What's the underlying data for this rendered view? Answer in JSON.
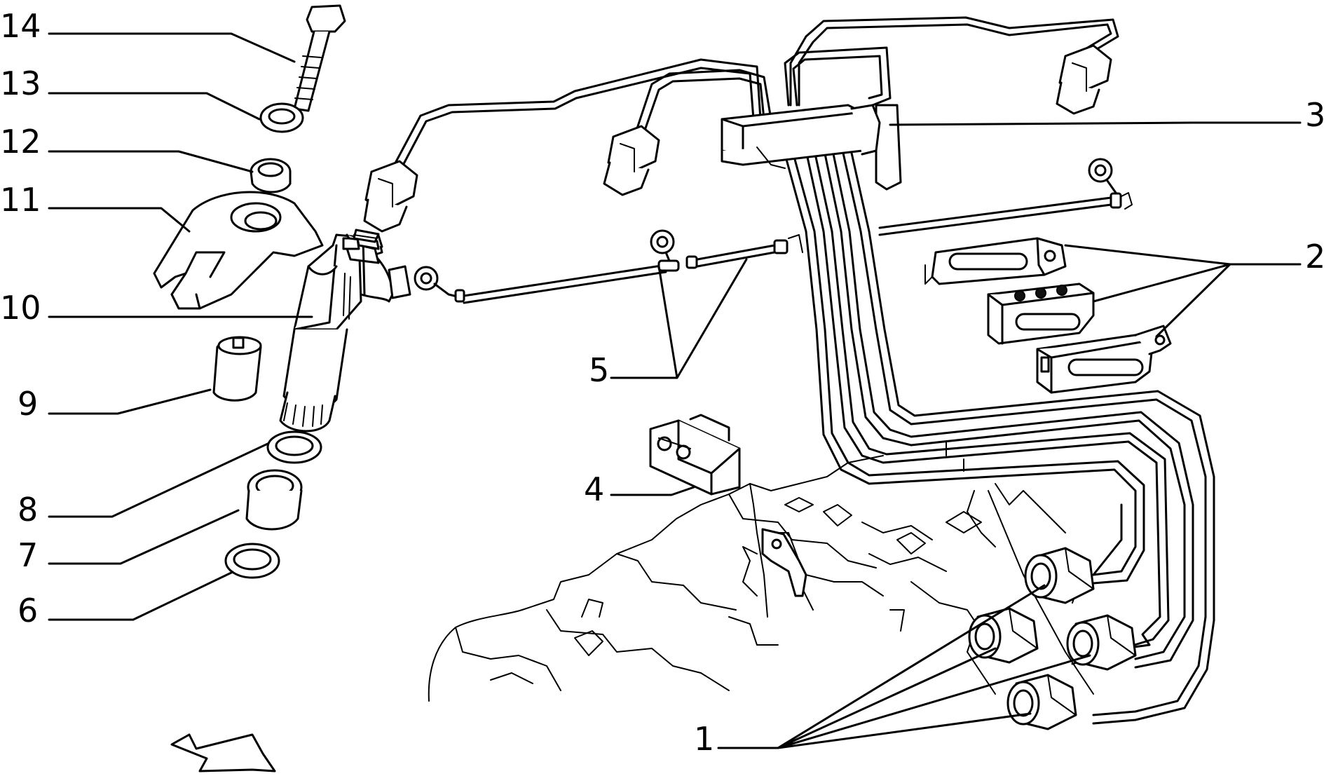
{
  "callouts": {
    "c1": "1",
    "c2": "2",
    "c3": "3",
    "c4": "4",
    "c5": "5",
    "c6": "6",
    "c7": "7",
    "c8": "8",
    "c9": "9",
    "c10": "10",
    "c11": "11",
    "c12": "12",
    "c13": "13",
    "c14": "14"
  },
  "colors": {
    "ink": "#000000",
    "paper": "#ffffff"
  }
}
